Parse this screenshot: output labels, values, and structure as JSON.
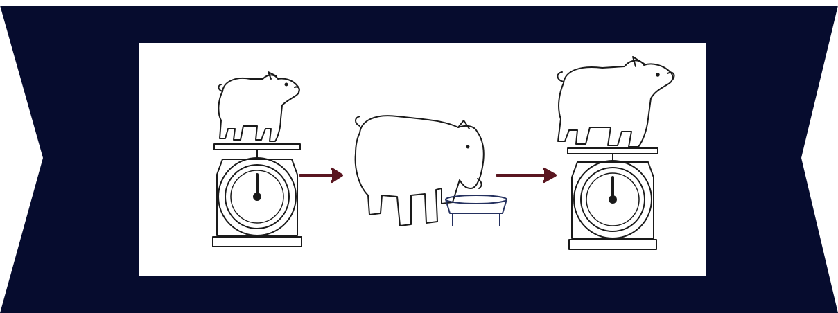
{
  "banner": {
    "color": "#060c2e"
  },
  "panel": {
    "background": "#ffffff"
  },
  "illustration": {
    "steps": [
      {
        "name": "small-pig-on-scale",
        "icon": "pig-on-scale-icon"
      },
      {
        "name": "pig-eating-from-trough",
        "icon": "pig-eating-icon"
      },
      {
        "name": "large-pig-on-scale",
        "icon": "pig-on-scale-icon"
      }
    ],
    "arrow_color": "#5a1620",
    "line_color": "#1a1a1a"
  }
}
